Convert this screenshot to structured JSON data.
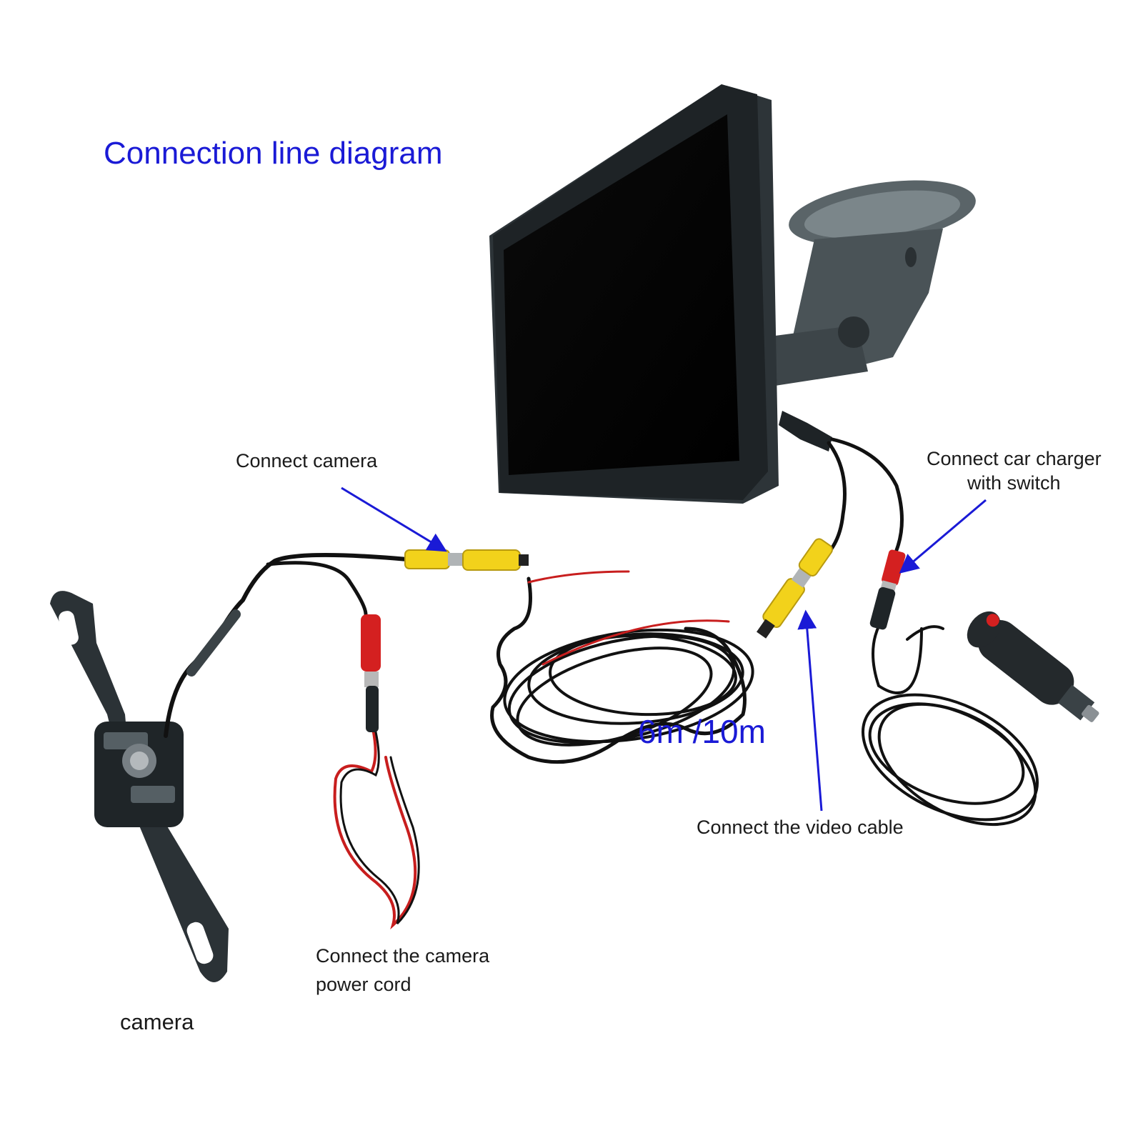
{
  "title": "Connection line diagram",
  "labels": {
    "connect_camera": "Connect camera",
    "car_charger_line1": "Connect car charger",
    "car_charger_line2": "with switch",
    "cable_length": "6m /10m",
    "video_cable": "Connect the video cable",
    "power_cord_line1": "Connect the camera",
    "power_cord_line2": "power cord",
    "camera": "camera"
  },
  "colors": {
    "title": "#1a1ad6",
    "arrow": "#1a1ad6",
    "cable": "#111111",
    "rca_yellow": "#f2d21b",
    "power_red": "#d42020",
    "monitor_frame": "#1e2326"
  }
}
